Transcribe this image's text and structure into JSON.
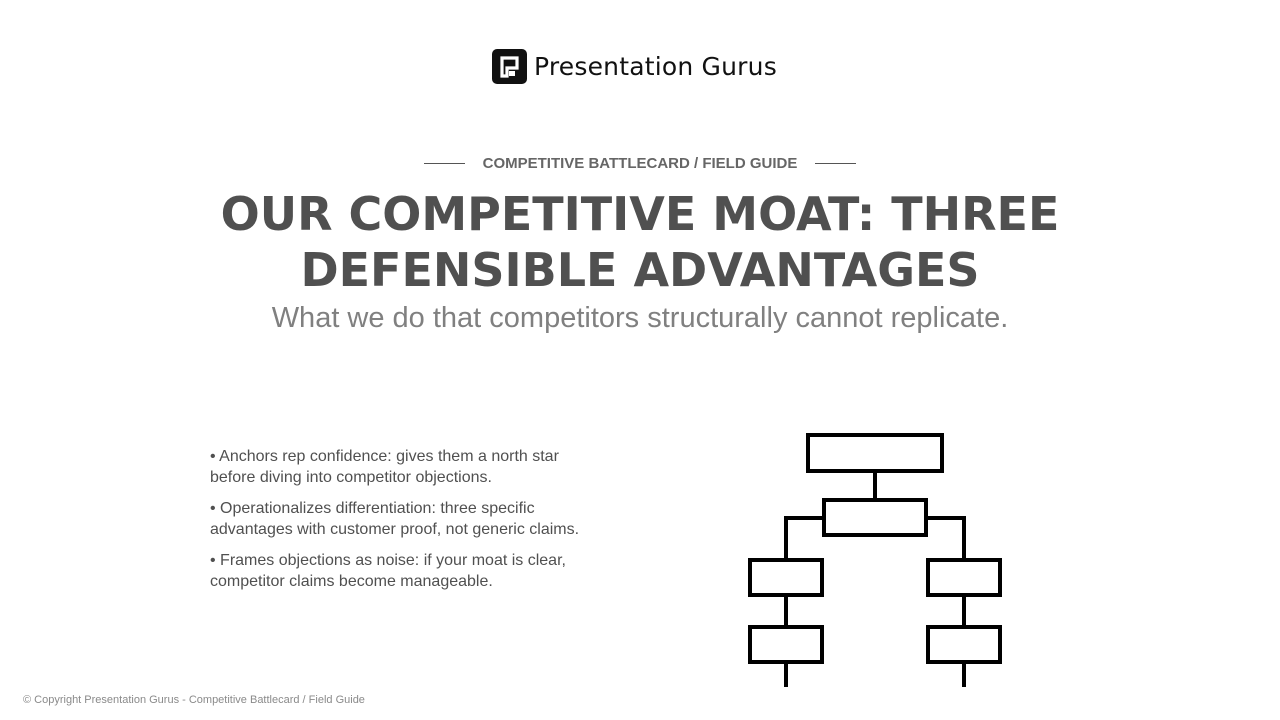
{
  "brand": {
    "name": "Presentation Gurus",
    "logo_icon": "presentation-gurus-logo-icon"
  },
  "eyebrow": "COMPETITIVE BATTLECARD / FIELD GUIDE",
  "title": "OUR COMPETITIVE MOAT: THREE DEFENSIBLE ADVANTAGES",
  "subtitle": "What we do that competitors structurally cannot replicate.",
  "bullets": [
    "• Anchors rep confidence: gives them a north star before diving into competitor objections.",
    "• Operationalizes differentiation: three specific advantages with customer proof, not generic claims.",
    "• Frames objections as noise: if your moat is clear, competitor claims become manageable."
  ],
  "illustration": {
    "icon": "org-chart-hierarchy-icon"
  },
  "footer": "© Copyright Presentation Gurus - Competitive Battlecard / Field Guide",
  "colors": {
    "title": "#505050",
    "subtitle": "#808080",
    "eyebrow": "#666666",
    "body_text": "#505050",
    "logo": "#111111",
    "diagram_stroke": "#000000"
  }
}
